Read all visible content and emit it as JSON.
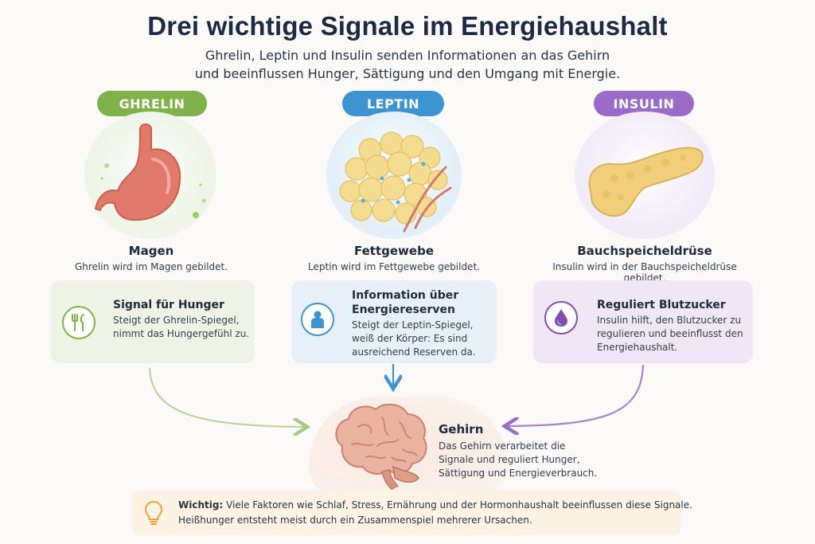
{
  "title": "Drei wichtige Signale im Energiehaushalt",
  "subtitle": {
    "line1": "Ghrelin, Leptin und Insulin senden Informationen an das Gehirn",
    "line2": "und beeinflussen Hunger, Sättigung und den Umgang mit Energie."
  },
  "hormones": {
    "ghrelin": {
      "label": "GHRELIN",
      "organ": "Magen",
      "organ_desc": "Ghrelin wird im Magen gebildet.",
      "card_title": "Signal für Hunger",
      "card_text1": "Steigt der Ghrelin-Spiegel,",
      "card_text2": "nimmt das Hungergefühl zu.",
      "color": "#7fb24a"
    },
    "leptin": {
      "label": "LEPTIN",
      "organ": "Fettgewebe",
      "organ_desc": "Leptin wird im Fettgewebe gebildet.",
      "card_title1": "Information über",
      "card_title2": "Energiereserven",
      "card_text1": "Steigt der Leptin-Spiegel,",
      "card_text2": "weiß der Körper: Es sind",
      "card_text3": "ausreichend Reserven da.",
      "color": "#3e93d1"
    },
    "insulin": {
      "label": "INSULIN",
      "organ": "Bauchspeicheldrüse",
      "organ_desc": "Insulin wird in der Bauchspeicheldrüse gebildet.",
      "card_title": "Reguliert Blutzucker",
      "card_text1": "Insulin hilft, den Blutzucker zu",
      "card_text2": "regulieren und beeinflusst den",
      "card_text3": "Energiehaushalt.",
      "color": "#9b6bc8"
    }
  },
  "brain": {
    "title": "Gehirn",
    "text1": "Das Gehirn verarbeitet die",
    "text2": "Signale und reguliert Hunger,",
    "text3": "Sättigung und Energieverbrauch."
  },
  "note": {
    "label": "Wichtig:",
    "text1": "Viele Faktoren wie Schlaf, Stress, Ernährung und der Hormonhaushalt beeinflussen diese Signale.",
    "text2": "Heißhunger entsteht meist durch ein Zusammenspiel mehrerer Ursachen."
  },
  "icons": {
    "ghrelin": "fork-knife-icon",
    "leptin": "person-icon",
    "insulin": "drop-icon",
    "note": "lightbulb-icon"
  }
}
